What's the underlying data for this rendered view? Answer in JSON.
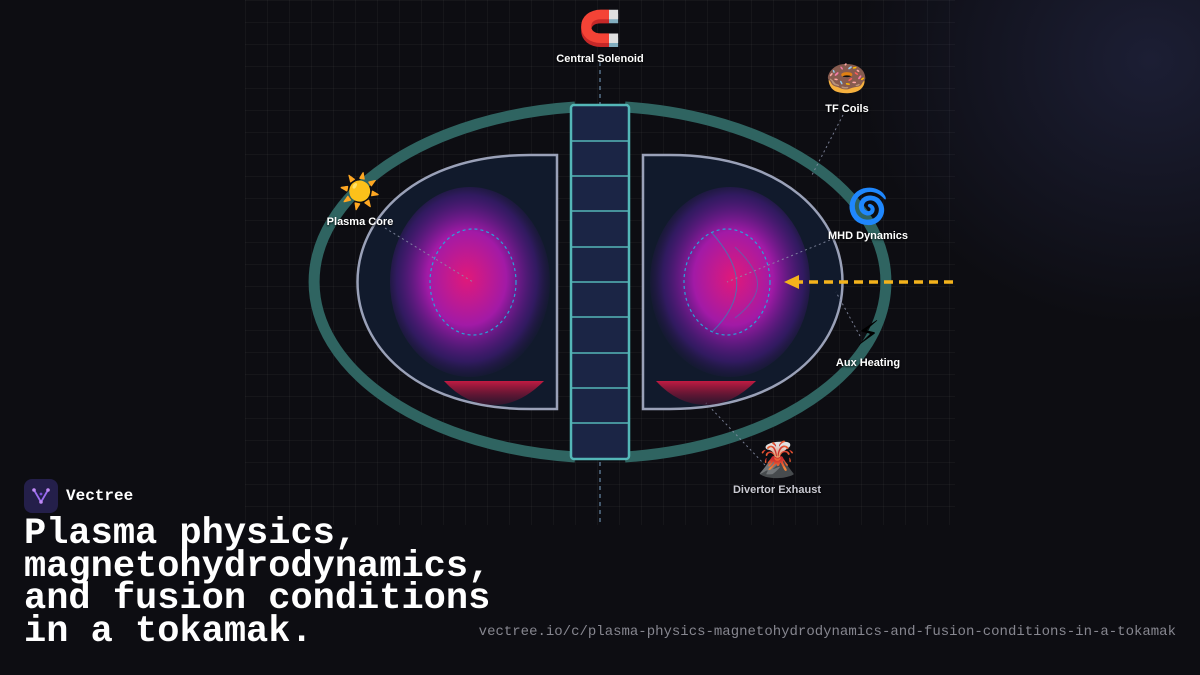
{
  "diagram": {
    "labels": {
      "central_solenoid": "Central Solenoid",
      "tf_coils": "TF Coils",
      "plasma_core": "Plasma Core",
      "mhd_dynamics": "MHD Dynamics",
      "aux_heating": "Aux Heating",
      "divertor_exhaust": "Divertor Exhaust"
    },
    "icons": {
      "central_solenoid": "🧲",
      "tf_coils": "🍩",
      "plasma_core": "☀️",
      "mhd_dynamics": "🌀",
      "aux_heating": "⚡",
      "divertor_exhaust": "🌋"
    },
    "colors": {
      "vessel": "#2f6461",
      "solenoid_fill": "#1b2545",
      "solenoid_stroke": "#54b7b8",
      "chamber_stroke": "#9aa1b8",
      "plasma": "#d1197a",
      "flux_surface": "#2aa3d8",
      "divertor": "#b01a3c",
      "heating_beam": "#f4b31c"
    }
  },
  "brand": {
    "name": "Vectree",
    "logo_icon": "vectree-logo-icon"
  },
  "headline": "Plasma physics, magnetohydrodynamics, and fusion conditions in a tokamak.",
  "url": "vectree.io/c/plasma-physics-magnetohydrodynamics-and-fusion-conditions-in-a-tokamak"
}
